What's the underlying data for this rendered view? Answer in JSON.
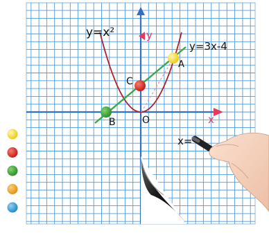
{
  "diagram": {
    "curve_label": "y=x²",
    "line_label": "y=3x-4",
    "y_axis_label": "y",
    "x_axis_label": "x",
    "origin_label": "O",
    "point_a_label": "A",
    "point_b_label": "B",
    "point_c_label": "C",
    "handwriting": "x="
  },
  "colors": {
    "grid": "#3b8fd6",
    "axis": "#2f6fc4",
    "axis_arrow": "#e53a5c",
    "parabola": "#b01f2a",
    "line": "#3aa849",
    "dash": "#e59a8a",
    "point_a": "#f3dc2c",
    "point_b": "#3a9a3e",
    "point_c": "#d52426"
  },
  "palette": {
    "dots": [
      {
        "name": "yellow",
        "color": "#f6dc1e"
      },
      {
        "name": "red",
        "color": "#d21f20"
      },
      {
        "name": "green",
        "color": "#3a9a34"
      },
      {
        "name": "orange",
        "color": "#ee9a1f"
      },
      {
        "name": "blue",
        "color": "#2d97d1"
      }
    ]
  },
  "icons": [
    "hand-with-marker-icon",
    "page-curl-icon"
  ]
}
